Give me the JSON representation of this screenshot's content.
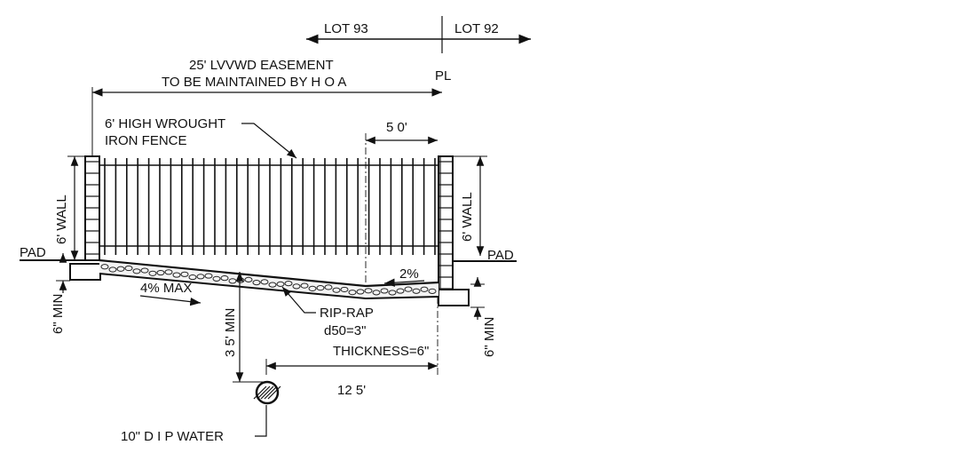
{
  "lots": {
    "left": "LOT 93",
    "right": "LOT 92"
  },
  "property_line": "PL",
  "easement": {
    "line1": "25' LVVWD EASEMENT",
    "line2": "TO BE MAINTAINED BY H O A"
  },
  "fence": {
    "line1": "6' HIGH WROUGHT",
    "line2": "IRON FENCE"
  },
  "dimensions": {
    "fence_offset": "5 0'",
    "left_wall": "6' WALL",
    "right_wall": "6' WALL",
    "left_footing": "6\" MIN",
    "right_footing": "6\" MIN",
    "cover_depth": "3 5' MIN",
    "pipe_offset": "12 5'"
  },
  "pads": {
    "left": "PAD",
    "right": "PAD"
  },
  "slopes": {
    "left": "4% MAX",
    "right": "2%"
  },
  "riprap": {
    "line1": "RIP-RAP",
    "line2": "d50=3\"",
    "line3": "THICKNESS=6\""
  },
  "pipe": {
    "label": "10\" D I P  WATER"
  }
}
